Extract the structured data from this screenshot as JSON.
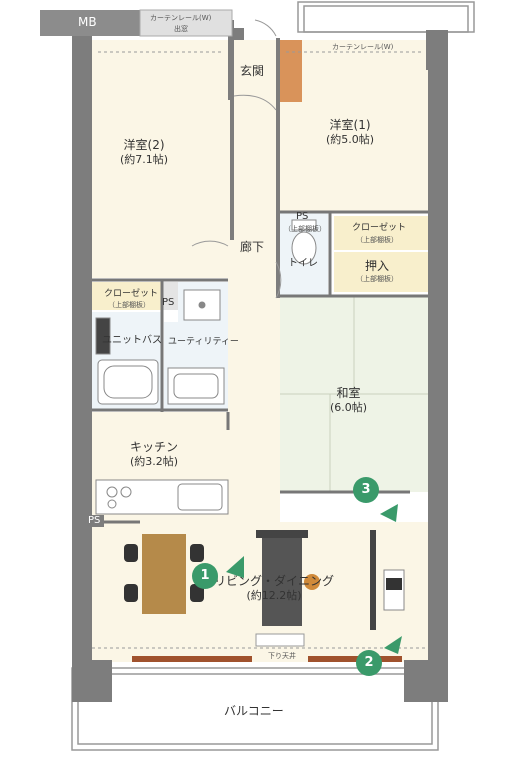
{
  "labels": {
    "mb": "MB",
    "curtain_top_left": "カーテンレール(W)",
    "curtain_top_left_sub": "出窓",
    "curtain_top_right": "カーテンレール(W)",
    "entrance": "玄関",
    "western2_name": "洋室(2)",
    "western2_size": "(約7.1帖)",
    "western1_name": "洋室(1)",
    "western1_size": "(約5.0帖)",
    "ps_toilet": "PS",
    "upper_shelf_toilet": "（上部棚板）",
    "closet_right": "クローゼット",
    "closet_right_sub": "（上部棚板）",
    "hallway": "廊下",
    "toilet": "トイレ",
    "oshiire": "押入",
    "oshiire_sub": "（上部棚板）",
    "closet_left": "クローゼット",
    "closet_left_sub": "（上部棚板）",
    "ps_left": "PS",
    "unit_bath": "ユニットバス",
    "utility": "ユーティリティー",
    "washitsu_name": "和室",
    "washitsu_size": "(6.0帖)",
    "kitchen_name": "キッチン",
    "kitchen_size": "(約3.2帖)",
    "ps_kitchen": "PS",
    "living_name": "リビング・ダイニング",
    "living_size": "(約12.2帖)",
    "lowered_ceiling": "下り天井",
    "balcony": "バルコニー"
  },
  "markers": [
    "1",
    "2",
    "3"
  ],
  "colors": {
    "wall": "#7d7d7d",
    "floor": "#fbf6e6",
    "tatami": "#eef3e6",
    "wet": "#eef4f8",
    "marker": "#3a9a6a",
    "table": "#b58a4a",
    "sofa": "#555555",
    "curtain": "#a0522d"
  },
  "icons": [
    "door-arc",
    "sink-icon",
    "stove-icon",
    "bathtub-icon",
    "toilet-icon",
    "washing-machine-icon",
    "chair-icon",
    "tv-icon"
  ]
}
